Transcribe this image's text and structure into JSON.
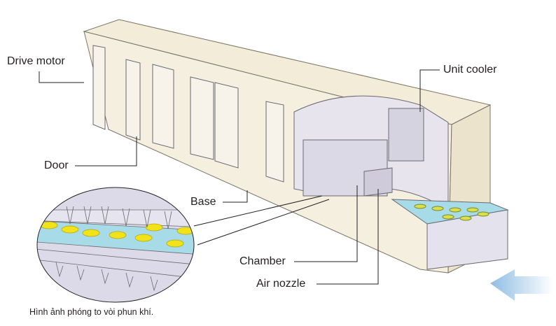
{
  "labels": {
    "drive_motor": "Drive motor",
    "door": "Door",
    "base": "Base",
    "unit_cooler": "Unit cooler",
    "chamber": "Chamber",
    "air_nozzle": "Air nozzle"
  },
  "caption": "Hình ảnh phóng to vòi phun khí.",
  "colors": {
    "housing": "#f3ecd9",
    "metal": "#d9d7e6",
    "conveyor": "#a8dbe8",
    "product": "#f2e21a",
    "arrow": "#a9cde9"
  }
}
